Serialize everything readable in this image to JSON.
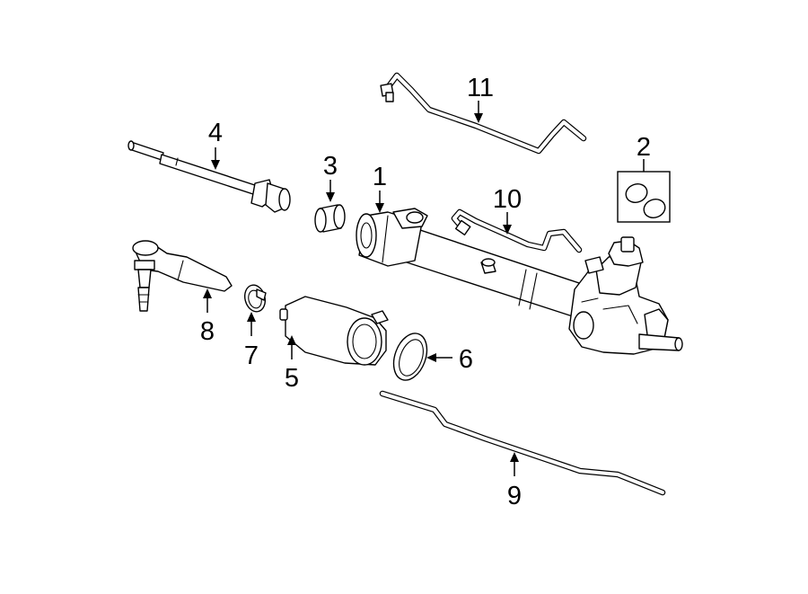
{
  "diagram": {
    "colors": {
      "line": "#000000",
      "background": "#ffffff"
    },
    "callouts": [
      {
        "id": "c1",
        "label": "1"
      },
      {
        "id": "c2",
        "label": "2"
      },
      {
        "id": "c3",
        "label": "3"
      },
      {
        "id": "c4",
        "label": "4"
      },
      {
        "id": "c5",
        "label": "5"
      },
      {
        "id": "c6",
        "label": "6"
      },
      {
        "id": "c7",
        "label": "7"
      },
      {
        "id": "c8",
        "label": "8"
      },
      {
        "id": "c9",
        "label": "9"
      },
      {
        "id": "c10",
        "label": "10"
      },
      {
        "id": "c11",
        "label": "11"
      }
    ]
  }
}
